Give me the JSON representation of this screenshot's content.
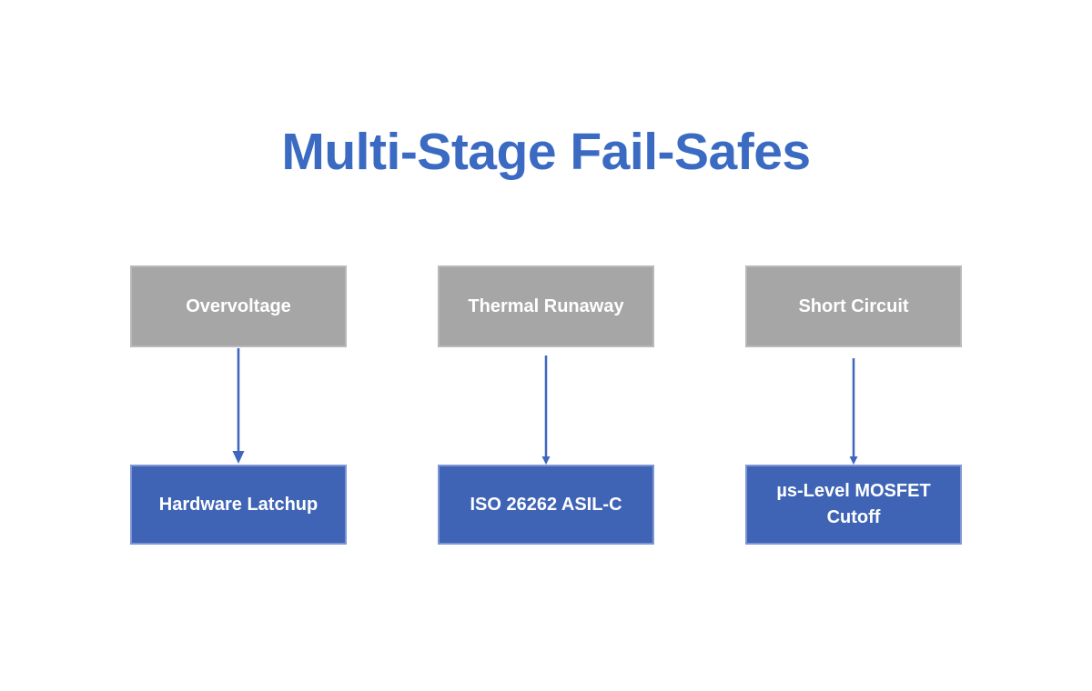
{
  "title": "Multi-Stage Fail-Safes",
  "columns": [
    {
      "failure_label": "Overvoltage",
      "mitigation_label": "Hardware Latchup"
    },
    {
      "failure_label": "Thermal Runaway",
      "mitigation_label": "ISO 26262 ASIL-C"
    },
    {
      "failure_label": "Short Circuit",
      "mitigation_label": "µs-Level MOSFET Cutoff"
    }
  ],
  "colors": {
    "title": "#3B6AC2",
    "failure_box": "#A6A6A6",
    "failure_box_border": "#B9B9B9",
    "mitigation_box": "#3F64B5",
    "mitigation_box_border": "#7E97D3",
    "connector": "#3E66BE",
    "box_text": "#FFFFFF",
    "background": "#FFFFFF"
  }
}
